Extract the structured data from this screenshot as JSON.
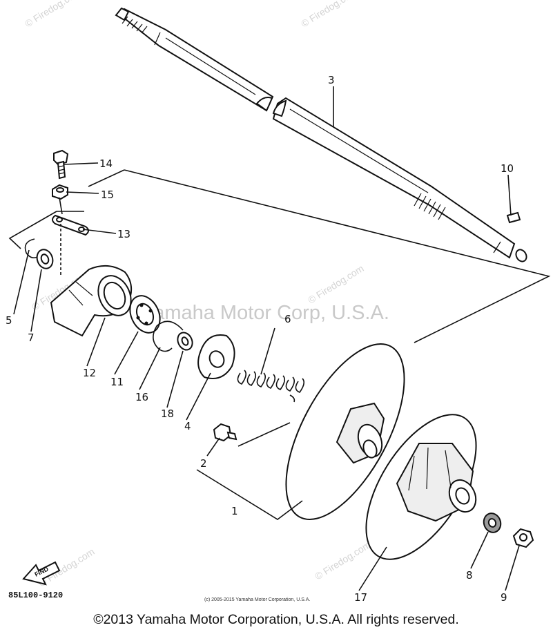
{
  "diagram": {
    "callouts": [
      "1",
      "2",
      "3",
      "4",
      "5",
      "6",
      "7",
      "8",
      "9",
      "10",
      "11",
      "12",
      "13",
      "14",
      "15",
      "16",
      "17",
      "18"
    ],
    "part_number": "85L100-9120",
    "find_label": "FIND",
    "watermark_center": "Yamaha Motor Corp, U.S.A.",
    "watermark_site": "© Firedog.com",
    "small_copyright": "(c) 2005-2015 Yamaha Motor Corporation, U.S.A.",
    "copyright": "©2013 Yamaha Motor Corporation, U.S.A. All rights reserved."
  }
}
